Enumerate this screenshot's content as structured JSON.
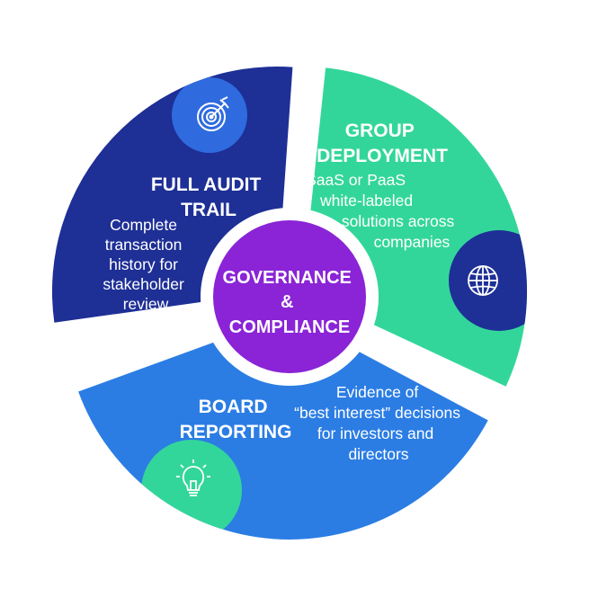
{
  "center": {
    "lines": [
      "GOVERNANCE",
      "&",
      "COMPLIANCE"
    ],
    "color": "#8a24d6"
  },
  "segments": [
    {
      "id": "audit",
      "title_lines": [
        "FULL AUDIT",
        "TRAIL"
      ],
      "body_lines": [
        "Complete",
        "transaction",
        "history for",
        "stakeholder",
        "review"
      ],
      "icon": "target-icon",
      "color": "#1e2f96",
      "icon_bg": "#2f6bdf"
    },
    {
      "id": "group",
      "title_lines": [
        "GROUP",
        "DEPLOYMENT"
      ],
      "body_lines": [
        "SaaS or PaaS",
        "white-labeled",
        "solutions across",
        "companies"
      ],
      "icon": "globe-icon",
      "color": "#33d69a",
      "icon_bg": "#1e2f96"
    },
    {
      "id": "board",
      "title_lines": [
        "BOARD",
        "REPORTING"
      ],
      "body_lines": [
        "Evidence of",
        "“best interest” decisions",
        "for investors and",
        "directors"
      ],
      "icon": "lightbulb-icon",
      "color": "#2b7de4",
      "icon_bg": "#33d69a"
    }
  ]
}
